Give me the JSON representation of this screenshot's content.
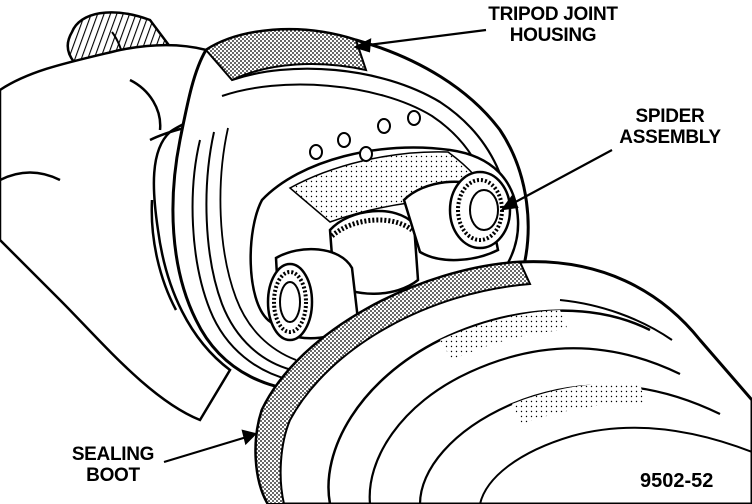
{
  "labels": {
    "tripod_housing": [
      "TRIPOD JOINT",
      "HOUSING"
    ],
    "spider_assembly": [
      "SPIDER",
      "ASSEMBLY"
    ],
    "sealing_boot": [
      "SEALING",
      "BOOT"
    ]
  },
  "figure_number": "9502-52",
  "colors": {
    "ink": "#000000",
    "paper": "#ffffff"
  }
}
